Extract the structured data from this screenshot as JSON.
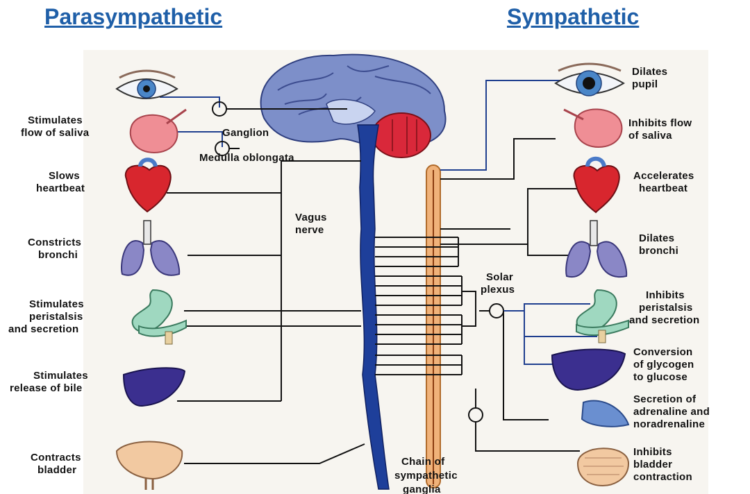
{
  "headings": {
    "left": "Parasympathetic",
    "right": "Sympathetic"
  },
  "center": {
    "ganglion": "Ganglion",
    "medulla": "Medulla oblongata",
    "vagus": [
      "Vagus",
      "nerve"
    ],
    "solar": [
      "Solar",
      "plexus"
    ],
    "chain": [
      "Chain of",
      "sympathetic",
      "ganglia"
    ]
  },
  "parasympathetic": [
    {
      "organ": "eye",
      "label": []
    },
    {
      "organ": "salivary-gland",
      "label": [
        "Stimulates",
        "flow of saliva"
      ]
    },
    {
      "organ": "heart",
      "label": [
        "Slows",
        "heartbeat"
      ]
    },
    {
      "organ": "lungs",
      "label": [
        "Constricts",
        "bronchi"
      ]
    },
    {
      "organ": "stomach",
      "label": [
        "Stimulates",
        "peristalsis",
        "and secretion"
      ]
    },
    {
      "organ": "liver",
      "label": [
        "Stimulates",
        "release of bile"
      ]
    },
    {
      "organ": "bladder",
      "label": [
        "Contracts",
        "bladder"
      ]
    }
  ],
  "sympathetic": [
    {
      "organ": "eye",
      "label": [
        "Dilates",
        "pupil"
      ]
    },
    {
      "organ": "salivary-gland",
      "label": [
        "Inhibits flow",
        "of saliva"
      ]
    },
    {
      "organ": "heart",
      "label": [
        "Accelerates",
        "heartbeat"
      ]
    },
    {
      "organ": "lungs",
      "label": [
        "Dilates",
        "bronchi"
      ]
    },
    {
      "organ": "stomach",
      "label": [
        "Inhibits",
        "peristalsis",
        "and secretion"
      ]
    },
    {
      "organ": "liver",
      "label": [
        "Conversion",
        "of glycogen",
        "to glucose"
      ]
    },
    {
      "organ": "adrenal-gland",
      "label": [
        "Secretion of",
        "adrenaline and",
        "noradrenaline"
      ]
    },
    {
      "organ": "bladder",
      "label": [
        "Inhibits",
        "bladder",
        "contraction"
      ]
    }
  ],
  "colors": {
    "heading": "#1f5fa8",
    "brain": "#7d8fc9",
    "cerebellum": "#d9283a",
    "spinal_cord": "#1e3f9a",
    "sympathetic_chain": "#f0b27a",
    "eye_iris": "#4a86c8",
    "salivary": "#ef8e95",
    "heart": "#d8262e",
    "lungs": "#8a87c6",
    "stomach": "#9fd8c0",
    "liver": "#3b2f8f",
    "adrenal": "#6a8fd0",
    "bladder": "#f2c9a1"
  }
}
